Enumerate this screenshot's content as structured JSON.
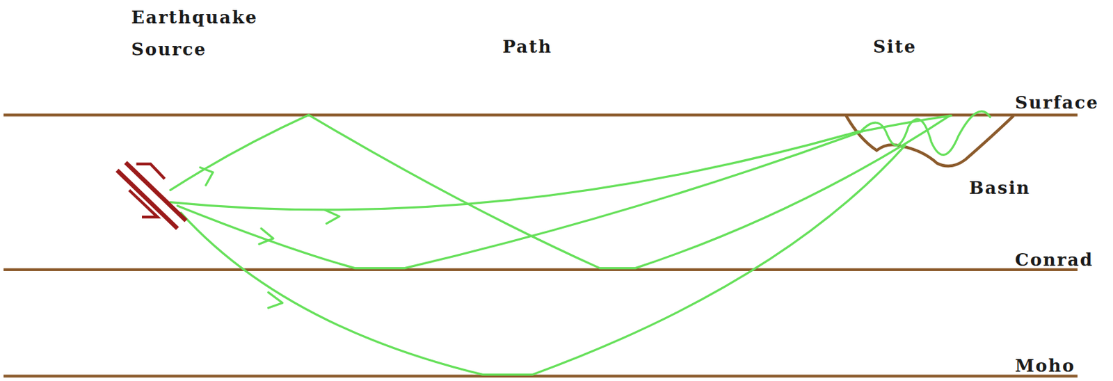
{
  "diagram": {
    "labels": [
      "Earthquake Source",
      "Path",
      "Site",
      "Surface",
      "Basin",
      "Conrad",
      "Moho"
    ]
  }
}
